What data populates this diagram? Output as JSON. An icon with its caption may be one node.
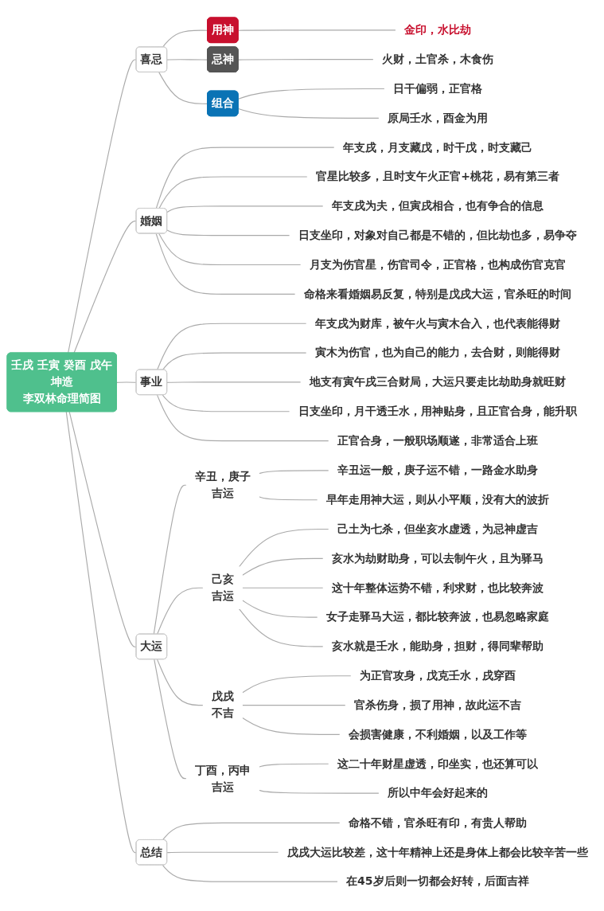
{
  "diagram": {
    "nodes": [
      {
        "text": [
          "壬戌 壬寅 癸酉 戊午",
          "坤造",
          "李双林命理简图"
        ]
      },
      {
        "text": [
          "喜忌"
        ]
      },
      {
        "text": [
          "用神"
        ]
      },
      {
        "text": [
          "金印，水比劫"
        ]
      },
      {
        "text": [
          "忌神"
        ]
      },
      {
        "text": [
          "火财，土官杀，木食伤"
        ]
      },
      {
        "text": [
          "组合"
        ]
      },
      {
        "text": [
          "日干偏弱，正官格"
        ]
      },
      {
        "text": [
          "原局壬水，酉金为用"
        ]
      },
      {
        "text": [
          "婚姻"
        ]
      },
      {
        "text": [
          "年支戌，月支藏戊，时干戊，时支藏己"
        ]
      },
      {
        "text": [
          "官星比较多，且时支午火正官+桃花，易有第三者"
        ]
      },
      {
        "text": [
          "年支戌为夫，但寅戌相合，也有争合的信息"
        ]
      },
      {
        "text": [
          "日支坐印，对象对自己都是不错的，但比劫也多，易争夺"
        ]
      },
      {
        "text": [
          "月支为伤官星，伤官司令，正官格，也构成伤官克官"
        ]
      },
      {
        "text": [
          "命格来看婚姻易反复，特别是戊戌大运，官杀旺的时间"
        ]
      },
      {
        "text": [
          "事业"
        ]
      },
      {
        "text": [
          "年支戌为财库，被午火与寅木合入，也代表能得财"
        ]
      },
      {
        "text": [
          "寅木为伤官，也为自己的能力，去合财，则能得财"
        ]
      },
      {
        "text": [
          "地支有寅午戌三合财局，大运只要走比劫助身就旺财"
        ]
      },
      {
        "text": [
          "日支坐印，月干透壬水，用神贴身，且正官合身，能升职"
        ]
      },
      {
        "text": [
          "正官合身，一般职场顺遂，非常适合上班"
        ]
      },
      {
        "text": [
          "大运"
        ]
      },
      {
        "text": [
          "辛丑，庚子",
          "吉运"
        ]
      },
      {
        "text": [
          "辛丑运一般，庚子运不错，一路金水助身"
        ]
      },
      {
        "text": [
          "早年走用神大运，则从小平顺，没有大的波折"
        ]
      },
      {
        "text": [
          "己亥",
          "吉运"
        ]
      },
      {
        "text": [
          "己土为七杀，但坐亥水虚透，为忌神虚吉"
        ]
      },
      {
        "text": [
          "亥水为劫财助身，可以去制午火，且为驿马"
        ]
      },
      {
        "text": [
          "这十年整体运势不错，利求财，也比较奔波"
        ]
      },
      {
        "text": [
          "女子走驿马大运，都比较奔波，也易忽略家庭"
        ]
      },
      {
        "text": [
          "亥水就是壬水，能助身，担财，得同辈帮助"
        ]
      },
      {
        "text": [
          "戊戌",
          "不吉"
        ]
      },
      {
        "text": [
          "为正官攻身，戊克壬水，戌穿酉"
        ]
      },
      {
        "text": [
          "官杀伤身，损了用神，故此运不吉"
        ]
      },
      {
        "text": [
          "会损害健康，不利婚姻，以及工作等"
        ]
      },
      {
        "text": [
          "丁酉，丙申",
          "吉运"
        ]
      },
      {
        "text": [
          "这二十年财星虚透，印坐实，也还算可以"
        ]
      },
      {
        "text": [
          "所以中年会好起来的"
        ]
      },
      {
        "text": [
          "总结"
        ]
      },
      {
        "text": [
          "命格不错，官杀旺有印，有贵人帮助"
        ]
      },
      {
        "text": [
          "戊戌大运比较差，这十年精神上还是身体上都会比较辛苦一些"
        ]
      },
      {
        "text": [
          "在45岁后则一切都会好转，后面吉祥"
        ]
      }
    ],
    "edges": [
      {
        "from": 0,
        "to": 1,
        "arrow": "none"
      },
      {
        "from": 1,
        "to": 2,
        "arrow": "none"
      },
      {
        "from": 2,
        "to": 3,
        "arrow": "none"
      },
      {
        "from": 1,
        "to": 4,
        "arrow": "none"
      },
      {
        "from": 4,
        "to": 5,
        "arrow": "none"
      },
      {
        "from": 1,
        "to": 6,
        "arrow": "none"
      },
      {
        "from": 6,
        "to": 7,
        "arrow": "none"
      },
      {
        "from": 6,
        "to": 8,
        "arrow": "none"
      },
      {
        "from": 0,
        "to": 9,
        "arrow": "none"
      },
      {
        "from": 9,
        "to": 10,
        "arrow": "none"
      },
      {
        "from": 9,
        "to": 11,
        "arrow": "none"
      },
      {
        "from": 9,
        "to": 12,
        "arrow": "none"
      },
      {
        "from": 9,
        "to": 13,
        "arrow": "none"
      },
      {
        "from": 9,
        "to": 14,
        "arrow": "none"
      },
      {
        "from": 9,
        "to": 15,
        "arrow": "none"
      },
      {
        "from": 0,
        "to": 16,
        "arrow": "none"
      },
      {
        "from": 16,
        "to": 17,
        "arrow": "none"
      },
      {
        "from": 16,
        "to": 18,
        "arrow": "none"
      },
      {
        "from": 16,
        "to": 19,
        "arrow": "none"
      },
      {
        "from": 16,
        "to": 20,
        "arrow": "none"
      },
      {
        "from": 16,
        "to": 21,
        "arrow": "none"
      },
      {
        "from": 0,
        "to": 22,
        "arrow": "none"
      },
      {
        "from": 22,
        "to": 23,
        "arrow": "none"
      },
      {
        "from": 23,
        "to": 24,
        "arrow": "none"
      },
      {
        "from": 23,
        "to": 25,
        "arrow": "none"
      },
      {
        "from": 22,
        "to": 26,
        "arrow": "none"
      },
      {
        "from": 26,
        "to": 27,
        "arrow": "none"
      },
      {
        "from": 26,
        "to": 28,
        "arrow": "none"
      },
      {
        "from": 26,
        "to": 29,
        "arrow": "none"
      },
      {
        "from": 26,
        "to": 30,
        "arrow": "none"
      },
      {
        "from": 26,
        "to": 31,
        "arrow": "none"
      },
      {
        "from": 22,
        "to": 32,
        "arrow": "none"
      },
      {
        "from": 32,
        "to": 33,
        "arrow": "none"
      },
      {
        "from": 32,
        "to": 34,
        "arrow": "none"
      },
      {
        "from": 32,
        "to": 35,
        "arrow": "none"
      },
      {
        "from": 22,
        "to": 36,
        "arrow": "none"
      },
      {
        "from": 36,
        "to": 37,
        "arrow": "none"
      },
      {
        "from": 36,
        "to": 38,
        "arrow": "none"
      },
      {
        "from": 0,
        "to": 39,
        "arrow": "none"
      },
      {
        "from": 39,
        "to": 40,
        "arrow": "none"
      },
      {
        "from": 39,
        "to": 41,
        "arrow": "none"
      },
      {
        "from": 39,
        "to": 42,
        "arrow": "none"
      }
    ]
  }
}
